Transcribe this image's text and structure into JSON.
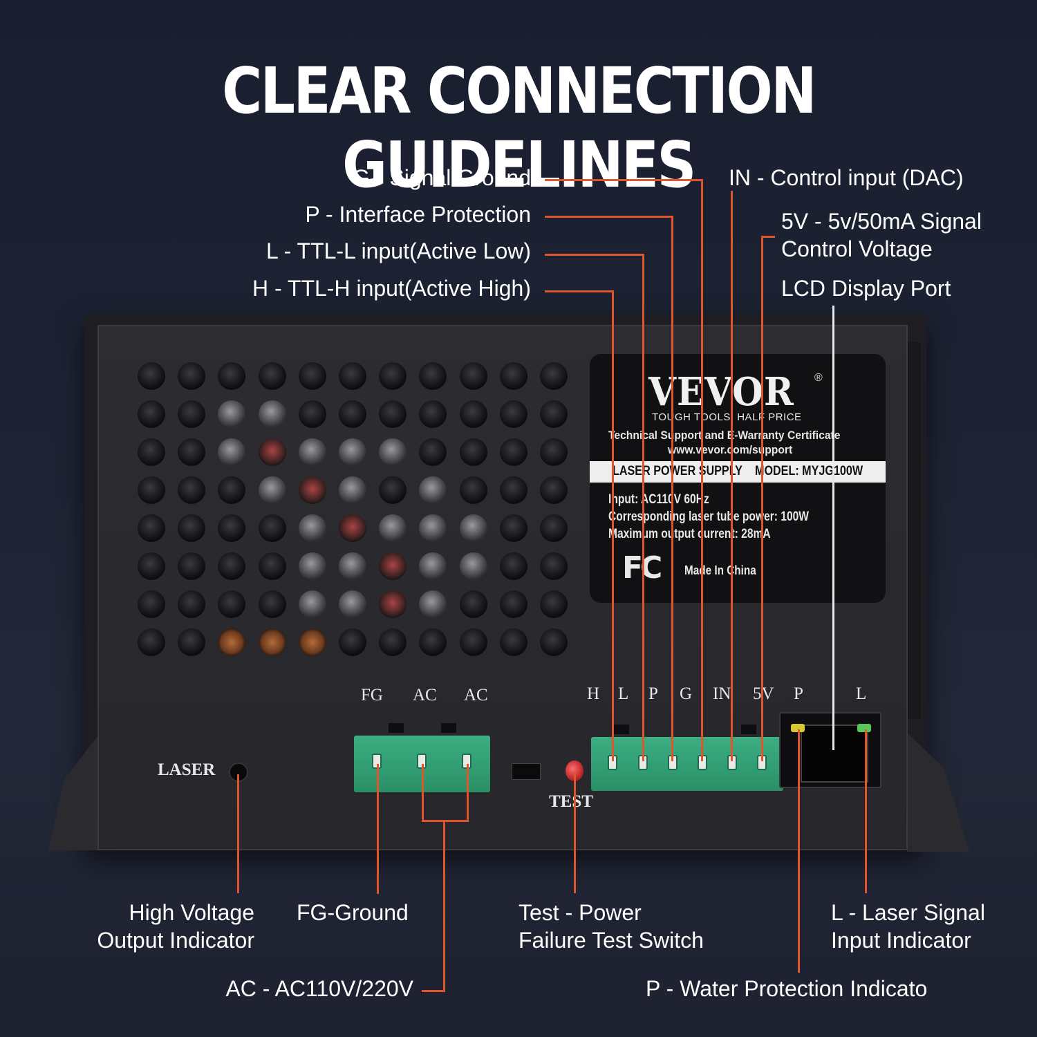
{
  "title": "CLEAR CONNECTION GUIDELINES",
  "accent_color": "#e0552b",
  "top_labels_left": {
    "g": "G - Signal Ground",
    "p": "P - Interface Protection",
    "l": "L - TTL-L input(Active Low)",
    "h": "H -  TTL-H input(Active High)"
  },
  "top_labels_right": {
    "in": "IN - Control input (DAC)",
    "fivev_line1": "5V - 5v/50mA Signal",
    "fivev_line2": "Control Voltage",
    "lcd": "LCD Display Port"
  },
  "bottom_labels": {
    "hv_line1": "High Voltage",
    "hv_line2": "Output Indicator",
    "fg": "FG-Ground",
    "test_line1": "Test - Power",
    "test_line2": "Failure Test Switch",
    "laser_line1": "L - Laser Signal",
    "laser_line2": "Input Indicator",
    "ac": "AC - AC110V/220V",
    "water": "P - Water Protection Indicato"
  },
  "device": {
    "brand": "VEVOR",
    "registered": "®",
    "tagline": "TOUGH TOOLS, HALF PRICE",
    "support_line1": "Technical Support and E-Warranty Certificate",
    "support_line2": "www.vevor.com/support",
    "product": "LASER POWER SUPPLY",
    "model": "MODEL: MYJG100W",
    "input": "Input: AC110V 60Hz",
    "tube_power": "Corresponding laser tube power: 100W",
    "max_current": "Maximum output current: 28mA",
    "fcc": "FC",
    "origin": "Made In China",
    "laser_label": "LASER",
    "test_label": "TEST",
    "power_terminals": [
      "FG",
      "AC",
      "AC"
    ],
    "signal_terminals": [
      "H",
      "L",
      "P",
      "G",
      "IN",
      "5V"
    ],
    "rj45_leds": [
      "P",
      "L"
    ]
  }
}
